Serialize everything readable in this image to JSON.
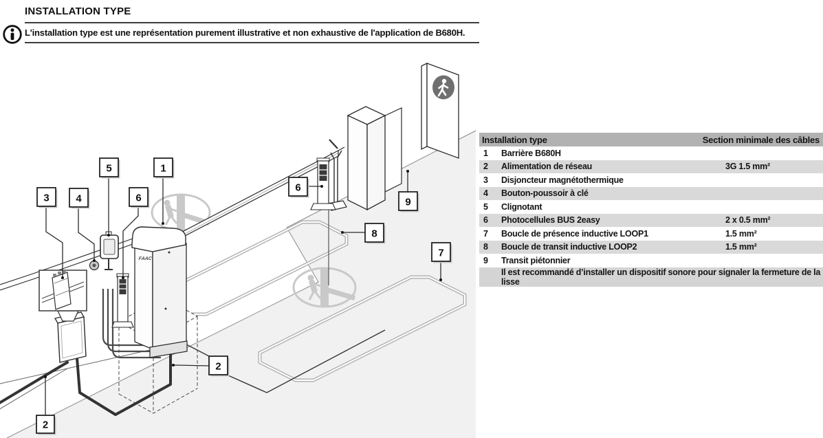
{
  "header": {
    "title": "INSTALLATION TYPE",
    "info_note": "L'installation type est une représentation purement illustrative et non exhaustive de l'application de B680H.",
    "info_icon": "info-circle-icon"
  },
  "table": {
    "header": {
      "col_label": "Installation type",
      "col_section": "Section minimale des câbles"
    },
    "rows": [
      {
        "num": "1",
        "label": "Barrière B680H",
        "section": ""
      },
      {
        "num": "2",
        "label": "Alimentation de réseau",
        "section": "3G 1.5 mm²"
      },
      {
        "num": "3",
        "label": "Disjoncteur magnétothermique",
        "section": ""
      },
      {
        "num": "4",
        "label": "Bouton-poussoir à clé",
        "section": ""
      },
      {
        "num": "5",
        "label": "Clignotant",
        "section": ""
      },
      {
        "num": "6",
        "label": "Photocellules BUS 2easy",
        "section": "2 x 0.5 mm²"
      },
      {
        "num": "7",
        "label": "Boucle de présence inductive LOOP1",
        "section": "1.5 mm²"
      },
      {
        "num": "8",
        "label": "Boucle de transit inductive LOOP2",
        "section": "1.5 mm²"
      },
      {
        "num": "9",
        "label": "Transit piétonnier",
        "section": ""
      }
    ],
    "footnote": "Il est recommandé d’installer un dispositif sonore pour signaler la fermeture de la lisse"
  },
  "diagram": {
    "cabinet_logo": "FAAC",
    "callouts": {
      "c1": "1",
      "c2a": "2",
      "c2b": "2",
      "c3": "3",
      "c4": "4",
      "c5": "5",
      "c6a": "6",
      "c6b": "6",
      "c7": "7",
      "c8": "8",
      "c9": "9"
    },
    "colors": {
      "road": "#f1f1f1",
      "line": "#2b2b2b",
      "table_header": "#b2b2b2",
      "row_shade": "#d9d9d9",
      "watermark": "#c9c9c9",
      "sign_circle": "#6f6f6f"
    }
  }
}
